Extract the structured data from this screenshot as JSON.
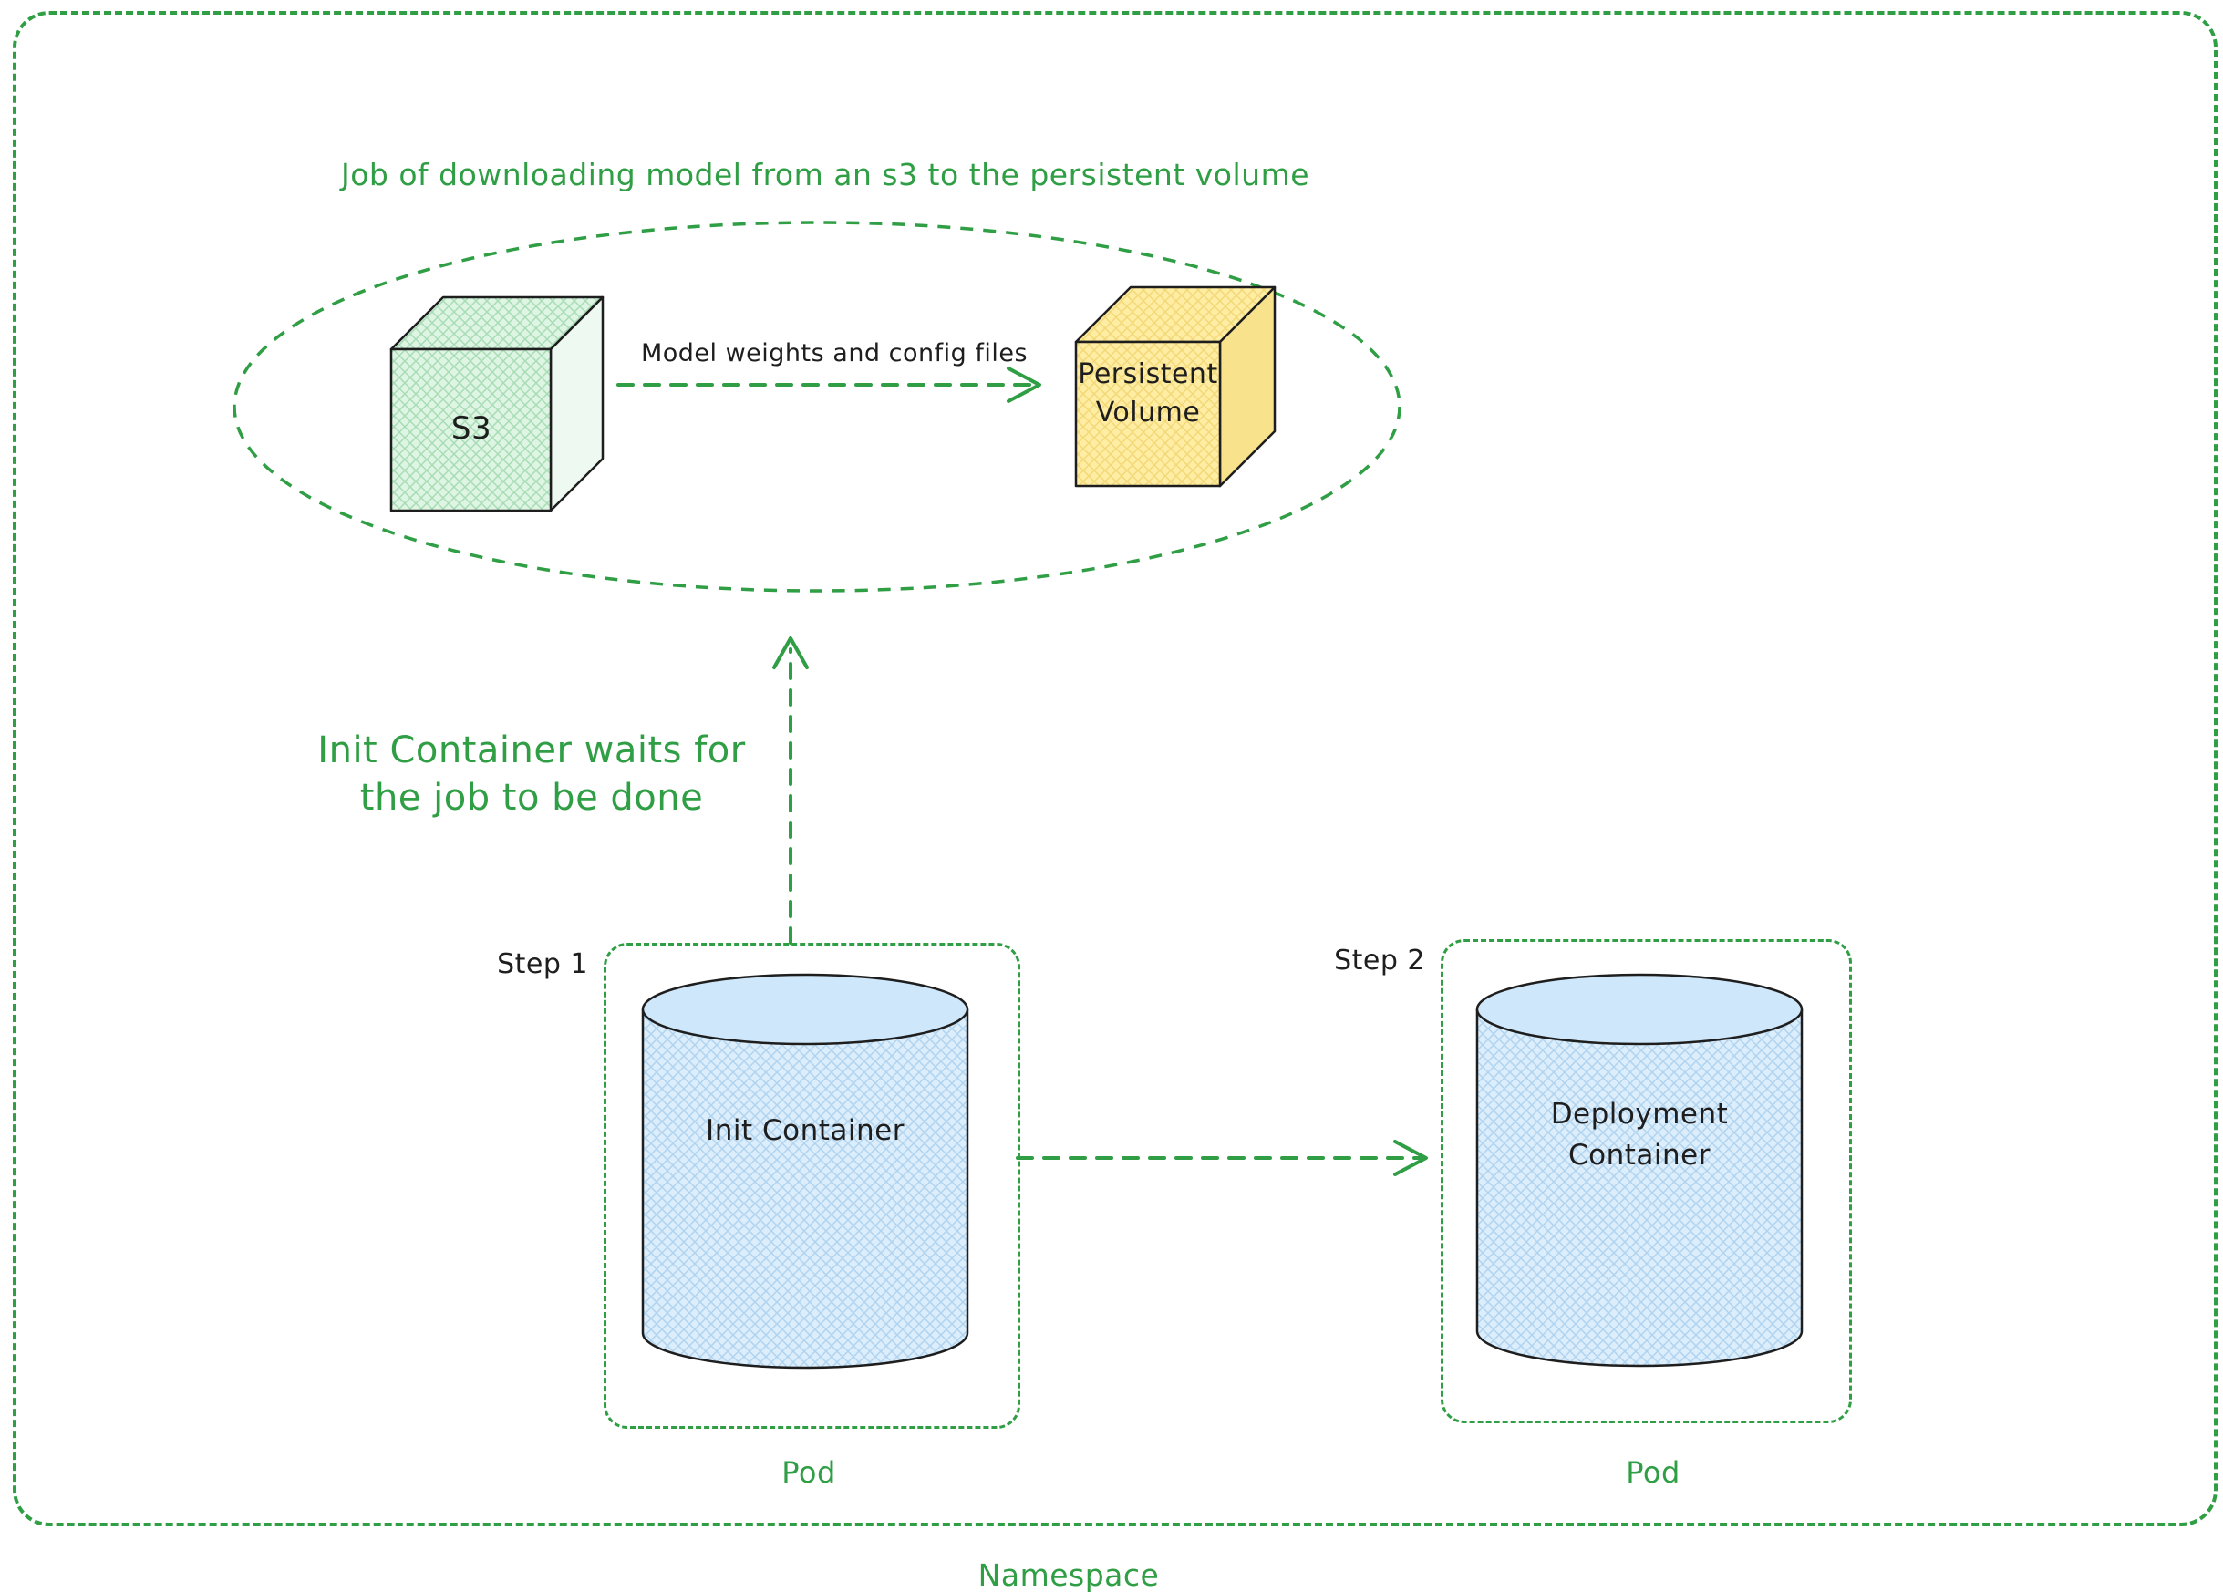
{
  "colors": {
    "green": "#2f9e44",
    "ink": "#1e1e1e",
    "s3_fill": "#def5e3",
    "persistent_volume_fill": "#ffec99",
    "cylinder_fill": "#dcedfb"
  },
  "job_group": {
    "title": "Job of downloading model from an s3 to the persistent volume",
    "s3": {
      "label": "S3"
    },
    "persistent_volume": {
      "label_line1": "Persistent",
      "label_line2": "Volume"
    },
    "transfer_arrow_label": "Model weights and config files"
  },
  "wait_note": {
    "line1": "Init Container waits for",
    "line2": "the job to be done"
  },
  "pod1": {
    "step_label": "Step 1",
    "container_label": "Init Container",
    "pod_label": "Pod"
  },
  "pod2": {
    "step_label": "Step 2",
    "container_label_line1": "Deployment",
    "container_label_line2": "Container",
    "pod_label": "Pod"
  },
  "namespace": {
    "label": "Namespace"
  }
}
